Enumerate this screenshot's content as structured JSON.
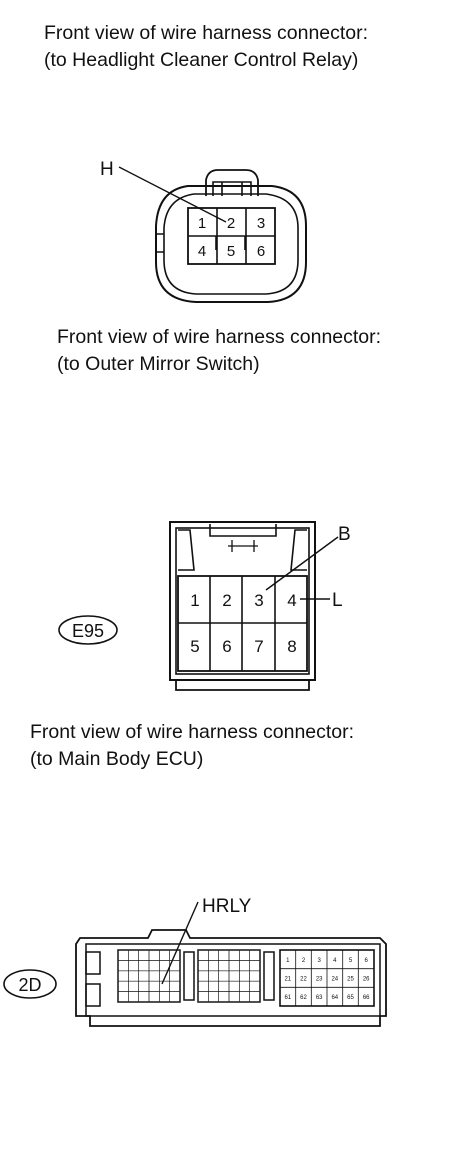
{
  "connectors": [
    {
      "caption_line1": "Front view of wire harness connector:",
      "caption_line2": "(to Headlight Cleaner Control Relay)",
      "code": "",
      "pins": [
        "1",
        "2",
        "3",
        "4",
        "5",
        "6"
      ],
      "callouts": [
        "H"
      ]
    },
    {
      "caption_line1": "Front view of wire harness connector:",
      "caption_line2": "(to Outer Mirror Switch)",
      "code": "E95",
      "pins": [
        "1",
        "2",
        "3",
        "4",
        "5",
        "6",
        "7",
        "8"
      ],
      "callouts": [
        "B",
        "L"
      ]
    },
    {
      "caption_line1": "Front view of wire harness connector:",
      "caption_line2": "(to Main Body ECU)",
      "code": "2D",
      "pins_right": [
        "1",
        "2",
        "3",
        "4",
        "5",
        "6",
        "21",
        "22",
        "23",
        "24",
        "25",
        "26",
        "61",
        "62",
        "63",
        "64",
        "65",
        "66"
      ],
      "callouts": [
        "HRLY"
      ]
    }
  ]
}
